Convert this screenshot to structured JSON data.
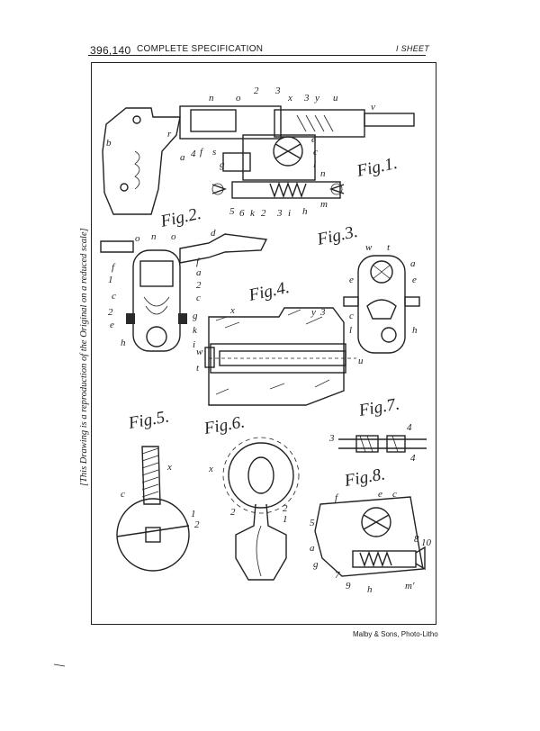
{
  "header": {
    "patent_number": "396,140",
    "title": "COMPLETE SPECIFICATION",
    "sheet": "I SHEET"
  },
  "side_note": "[This Drawing is a reproduction of the Original on a reduced scale]",
  "footer": "Malby & Sons, Photo-Litho",
  "figures": {
    "fig1": "Fig.1.",
    "fig2": "Fig.2.",
    "fig3": "Fig.3.",
    "fig4": "Fig.4.",
    "fig5": "Fig.5.",
    "fig6": "Fig.6.",
    "fig7": "Fig.7.",
    "fig8": "Fig.8."
  }
}
